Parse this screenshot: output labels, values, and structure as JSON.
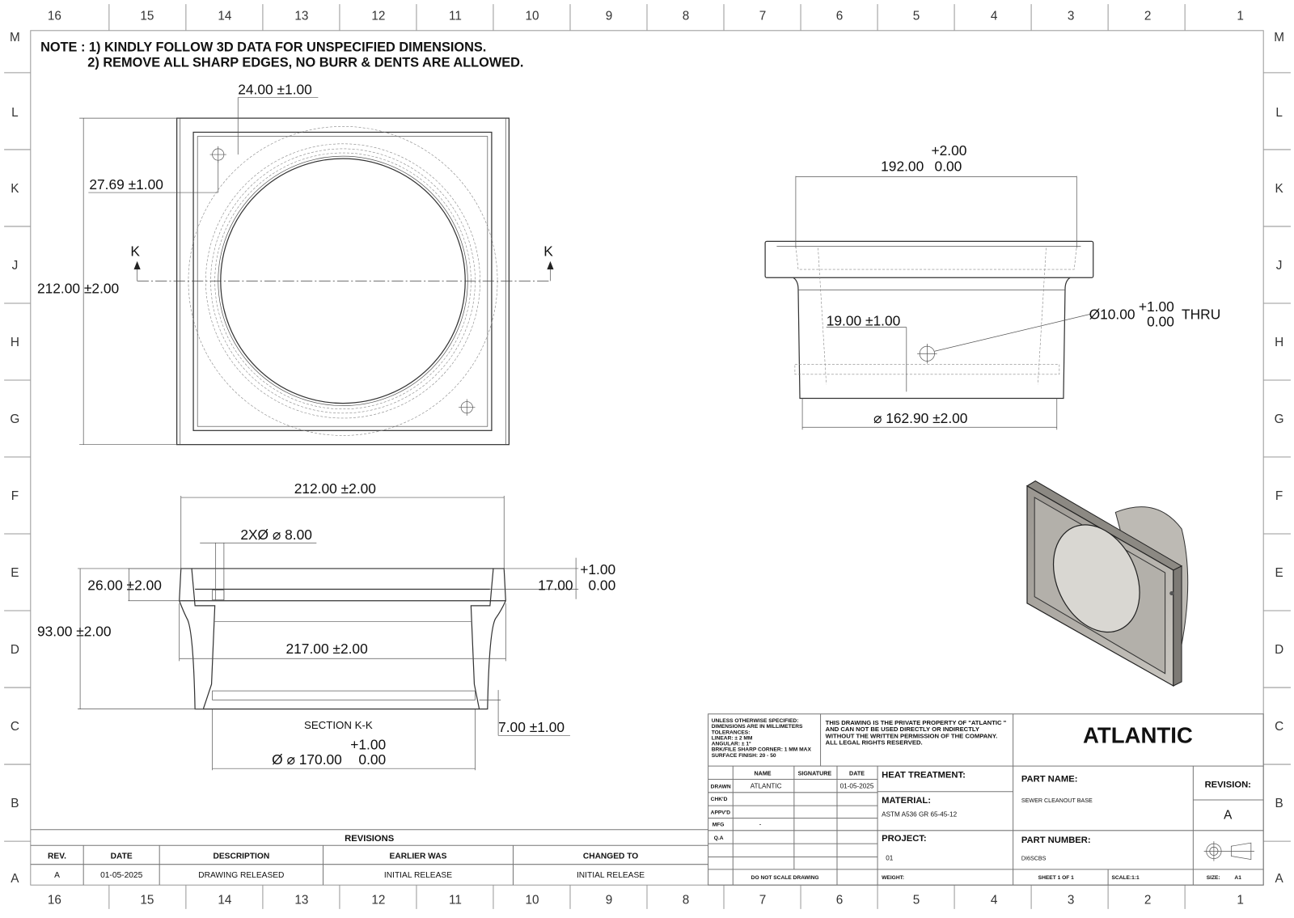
{
  "zones": {
    "columns": [
      "16",
      "15",
      "14",
      "13",
      "12",
      "11",
      "10",
      "9",
      "8",
      "7",
      "6",
      "5",
      "4",
      "3",
      "2",
      "1"
    ],
    "rows": [
      "M",
      "L",
      "K",
      "J",
      "H",
      "G",
      "F",
      "E",
      "D",
      "C",
      "B",
      "A"
    ]
  },
  "notes": {
    "line1": "NOTE : 1) KINDLY FOLLOW 3D DATA FOR UNSPECIFIED DIMENSIONS.",
    "line2": "2) REMOVE ALL SHARP EDGES, NO BURR & DENTS ARE ALLOWED."
  },
  "top_view": {
    "dim_hole_y": "24.00 ±1.00",
    "dim_hole_x": "27.69 ±1.00",
    "dim_height": "212.00 ±2.00",
    "section_label_left": "K",
    "section_label_right": "K"
  },
  "front_view": {
    "dim_width_nominal": "192.00",
    "dim_width_tol_upper": "+2.00",
    "dim_width_tol_lower": "0.00",
    "dim_hole_offset": "19.00 ±1.00",
    "hole_callout_nominal": "Ø10.00",
    "hole_callout_tol_upper": "+1.00",
    "hole_callout_tol_lower": "0.00",
    "hole_callout_suffix": "THRU",
    "dim_diameter": "⌀ 162.90 ±2.00"
  },
  "section_view": {
    "title": "SECTION K-K",
    "dim_width": "212.00 ±2.00",
    "dim_holes": "2XØ ⌀ 8.00",
    "dim_flange_height": "26.00 ±2.00",
    "dim_total_height": "93.00 ±2.00",
    "dim_inner_width": "217.00 ±2.00",
    "dim_recess_nominal": "17.00",
    "dim_recess_tol_upper": "+1.00",
    "dim_recess_tol_lower": "0.00",
    "dim_groove": "7.00 ±1.00",
    "dim_bore_nominal": "Ø ⌀ 170.00",
    "dim_bore_tol_upper": "+1.00",
    "dim_bore_tol_lower": "0.00"
  },
  "title_block": {
    "general_notes": [
      "UNLESS OTHERWISE SPECIFIED:",
      "DIMENSIONS ARE IN MILLIMETERS",
      "TOLERANCES:",
      "LINEAR: ± 2 MM",
      "ANGULAR: ± 1°",
      "BRK/FILE SHARP CORNER: 1 MM MAX",
      "SURFACE FINISH: 20 - 50"
    ],
    "property_notice": [
      "THIS DRAWING IS THE PRIVATE PROPERTY OF \"ATLANTIC \"",
      "AND CAN NOT BE USED DIRECTLY OR INDIRECTLY",
      "WITHOUT THE WRITTEN PERMISSION  OF THE COMPANY.",
      "ALL LEGAL RIGHTS RESERVED."
    ],
    "company": "ATLANTIC",
    "sign_headers": {
      "name": "NAME",
      "signature": "SIGNATURE",
      "date": "DATE"
    },
    "sign_rows": [
      {
        "role": "DRAWN",
        "name": "ATLANTIC",
        "signature": "",
        "date": "01-05-2025"
      },
      {
        "role": "CHK'D",
        "name": "",
        "signature": "",
        "date": ""
      },
      {
        "role": "APPV'D",
        "name": "",
        "signature": "",
        "date": ""
      },
      {
        "role": "MFG",
        "name": "-",
        "signature": "",
        "date": ""
      },
      {
        "role": "Q.A",
        "name": "",
        "signature": "",
        "date": ""
      }
    ],
    "heat_treatment_label": "HEAT TREATMENT:",
    "heat_treatment_value": "",
    "material_label": "MATERIAL:",
    "material_value": "ASTM A536 GR 65-45-12",
    "project_label": "PROJECT:",
    "project_value": "01",
    "part_name_label": "PART NAME:",
    "part_name_value": "SEWER CLEANOUT BASE",
    "part_number_label": "PART NUMBER:",
    "part_number_value": "DI6SCBS",
    "revision_label": "REVISION:",
    "revision_value": "A",
    "do_not_scale": "DO NOT SCALE DRAWING",
    "weight_label": "WEIGHT:",
    "sheet": "SHEET 1 OF 1",
    "scale": "SCALE:1:1",
    "size_label": "SIZE:",
    "size_value": "A1"
  },
  "revisions": {
    "title": "REVISIONS",
    "headers": [
      "REV.",
      "DATE",
      "DESCRIPTION",
      "EARLIER WAS",
      "CHANGED TO"
    ],
    "rows": [
      [
        "A",
        "01-05-2025",
        "DRAWING RELEASED",
        "INITIAL RELEASE",
        "INITIAL RELEASE"
      ]
    ]
  }
}
